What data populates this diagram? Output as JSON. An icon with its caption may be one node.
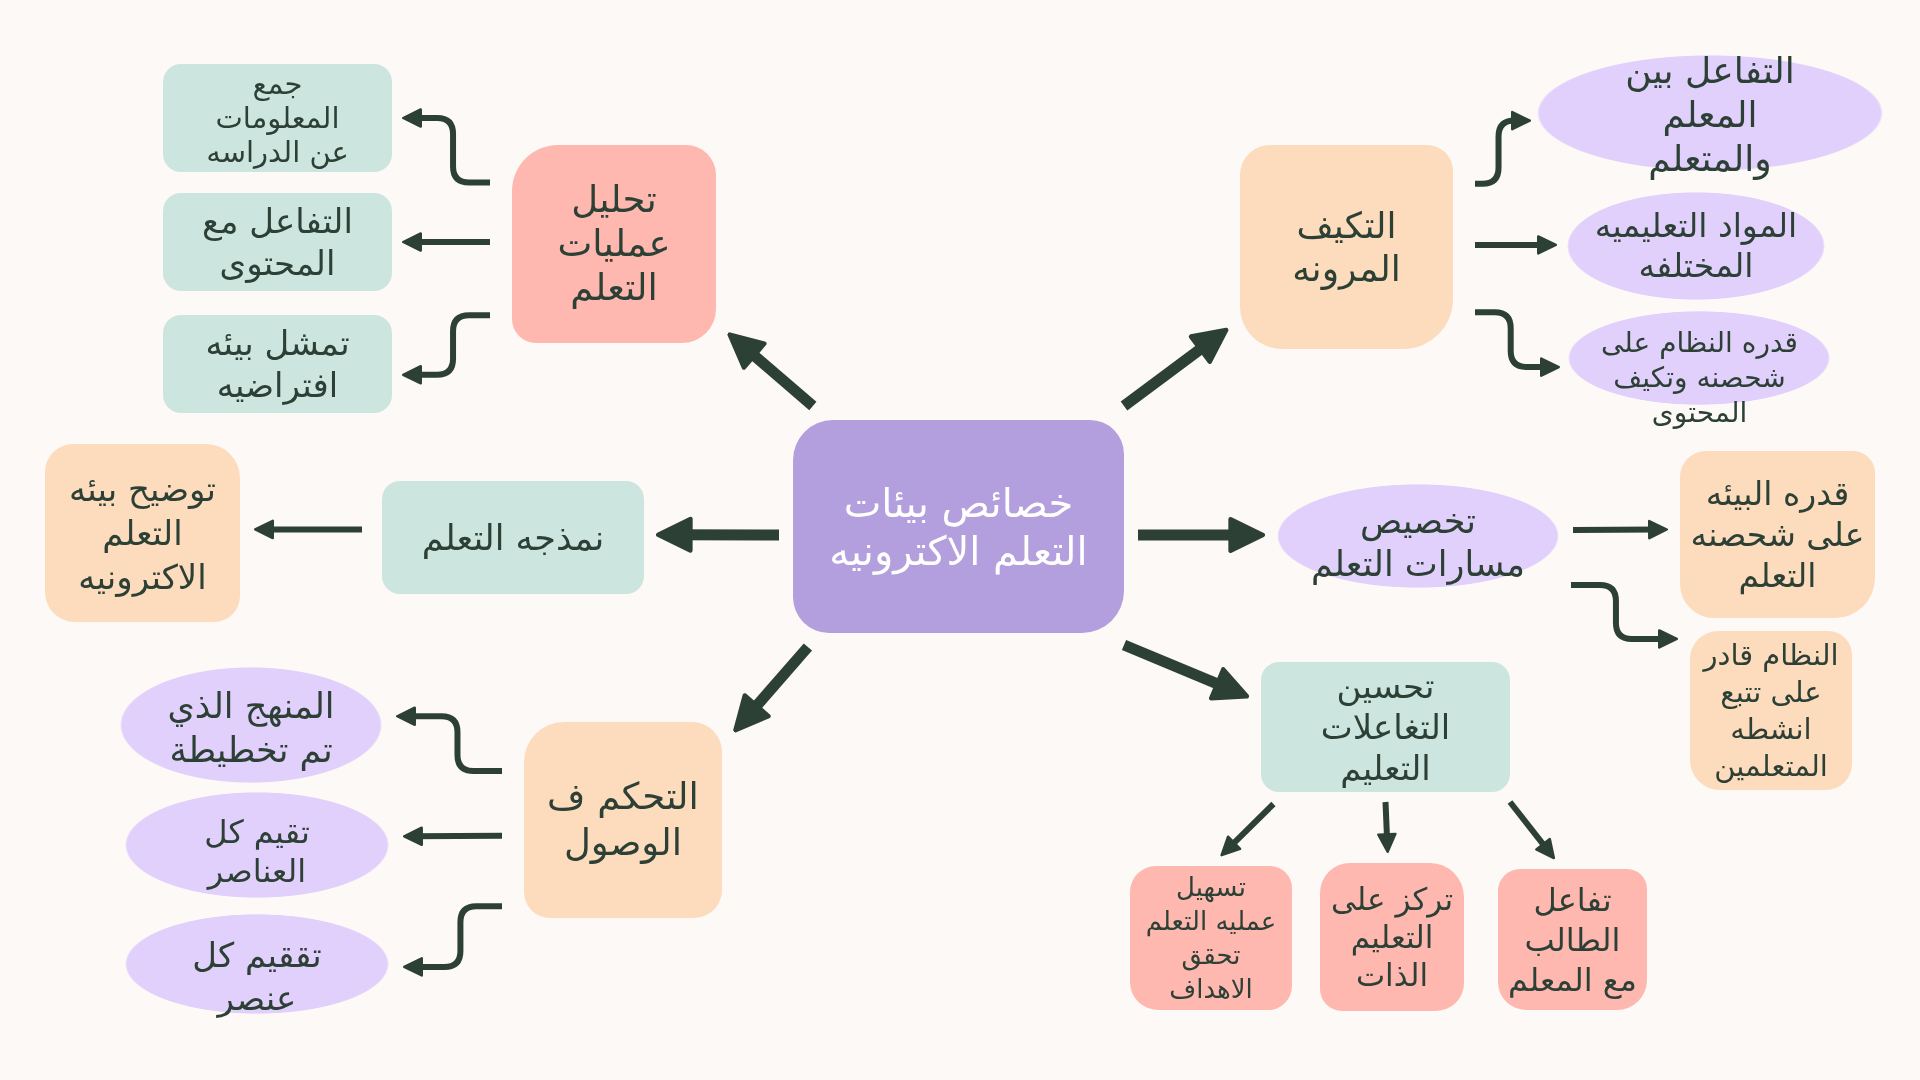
{
  "diagram": {
    "nodes": [
      {
        "text": [
          "خصائص بيئات التعلم الاكترونيه"
        ]
      },
      {
        "text": [
          "تحليل عمليات التعلم"
        ]
      },
      {
        "text": [
          "جمع المعلومات عن الدراسه"
        ]
      },
      {
        "text": [
          "التفاعل مع المحتوى"
        ]
      },
      {
        "text": [
          "تمشل بيئه افتراضيه"
        ]
      },
      {
        "text": [
          "التكيف المرونه"
        ]
      },
      {
        "text": [
          "التفاعل بين المعلم والمتعلم"
        ]
      },
      {
        "text": [
          "المواد التعليميه المختلفه"
        ]
      },
      {
        "text": [
          "قدره النظام على شحصنه وتكيف المحتوى"
        ]
      },
      {
        "text": [
          "نمذجه التعلم"
        ]
      },
      {
        "text": [
          "توضيح بيئه التعلم الاكترونيه"
        ]
      },
      {
        "text": [
          "تخصيص مسارات التعلم"
        ]
      },
      {
        "text": [
          "قدره البيئه على شحصنه التعلم"
        ]
      },
      {
        "text": [
          "النظام قادر على تتبع انشطه المتعلمين"
        ]
      },
      {
        "text": [
          "التحكم ف الوصول"
        ]
      },
      {
        "text": [
          "المنهج الذي تم تخطيطة"
        ]
      },
      {
        "text": [
          "تقيم كل العناصر"
        ]
      },
      {
        "text": [
          "تققيم كل عنصر"
        ]
      },
      {
        "text": [
          "تحسين التغاعلات التعليم"
        ]
      },
      {
        "text": [
          "تسهيل عمليه التعلم تحقق الاهداف"
        ]
      },
      {
        "text": [
          "تركز على التعليم الذات"
        ]
      },
      {
        "text": [
          "تفاعل الطالب مع المعلم"
        ]
      }
    ],
    "edges": [
      {
        "from": 0,
        "to": 1,
        "arrow": "to",
        "style": "thick"
      },
      {
        "from": 0,
        "to": 5,
        "arrow": "to",
        "style": "thick"
      },
      {
        "from": 0,
        "to": 9,
        "arrow": "to",
        "style": "thick"
      },
      {
        "from": 0,
        "to": 11,
        "arrow": "to",
        "style": "thick"
      },
      {
        "from": 0,
        "to": 14,
        "arrow": "to",
        "style": "thick"
      },
      {
        "from": 0,
        "to": 18,
        "arrow": "to",
        "style": "thick"
      },
      {
        "from": 1,
        "to": 2,
        "arrow": "to"
      },
      {
        "from": 1,
        "to": 3,
        "arrow": "to"
      },
      {
        "from": 1,
        "to": 4,
        "arrow": "to"
      },
      {
        "from": 5,
        "to": 6,
        "arrow": "to"
      },
      {
        "from": 5,
        "to": 7,
        "arrow": "to"
      },
      {
        "from": 5,
        "to": 8,
        "arrow": "to"
      },
      {
        "from": 9,
        "to": 10,
        "arrow": "to"
      },
      {
        "from": 11,
        "to": 12,
        "arrow": "to"
      },
      {
        "from": 11,
        "to": 13,
        "arrow": "to"
      },
      {
        "from": 14,
        "to": 15,
        "arrow": "to"
      },
      {
        "from": 14,
        "to": 16,
        "arrow": "to"
      },
      {
        "from": 14,
        "to": 17,
        "arrow": "to"
      },
      {
        "from": 18,
        "to": 19,
        "arrow": "to"
      },
      {
        "from": 18,
        "to": 20,
        "arrow": "to"
      },
      {
        "from": 18,
        "to": 21,
        "arrow": "to"
      }
    ]
  }
}
